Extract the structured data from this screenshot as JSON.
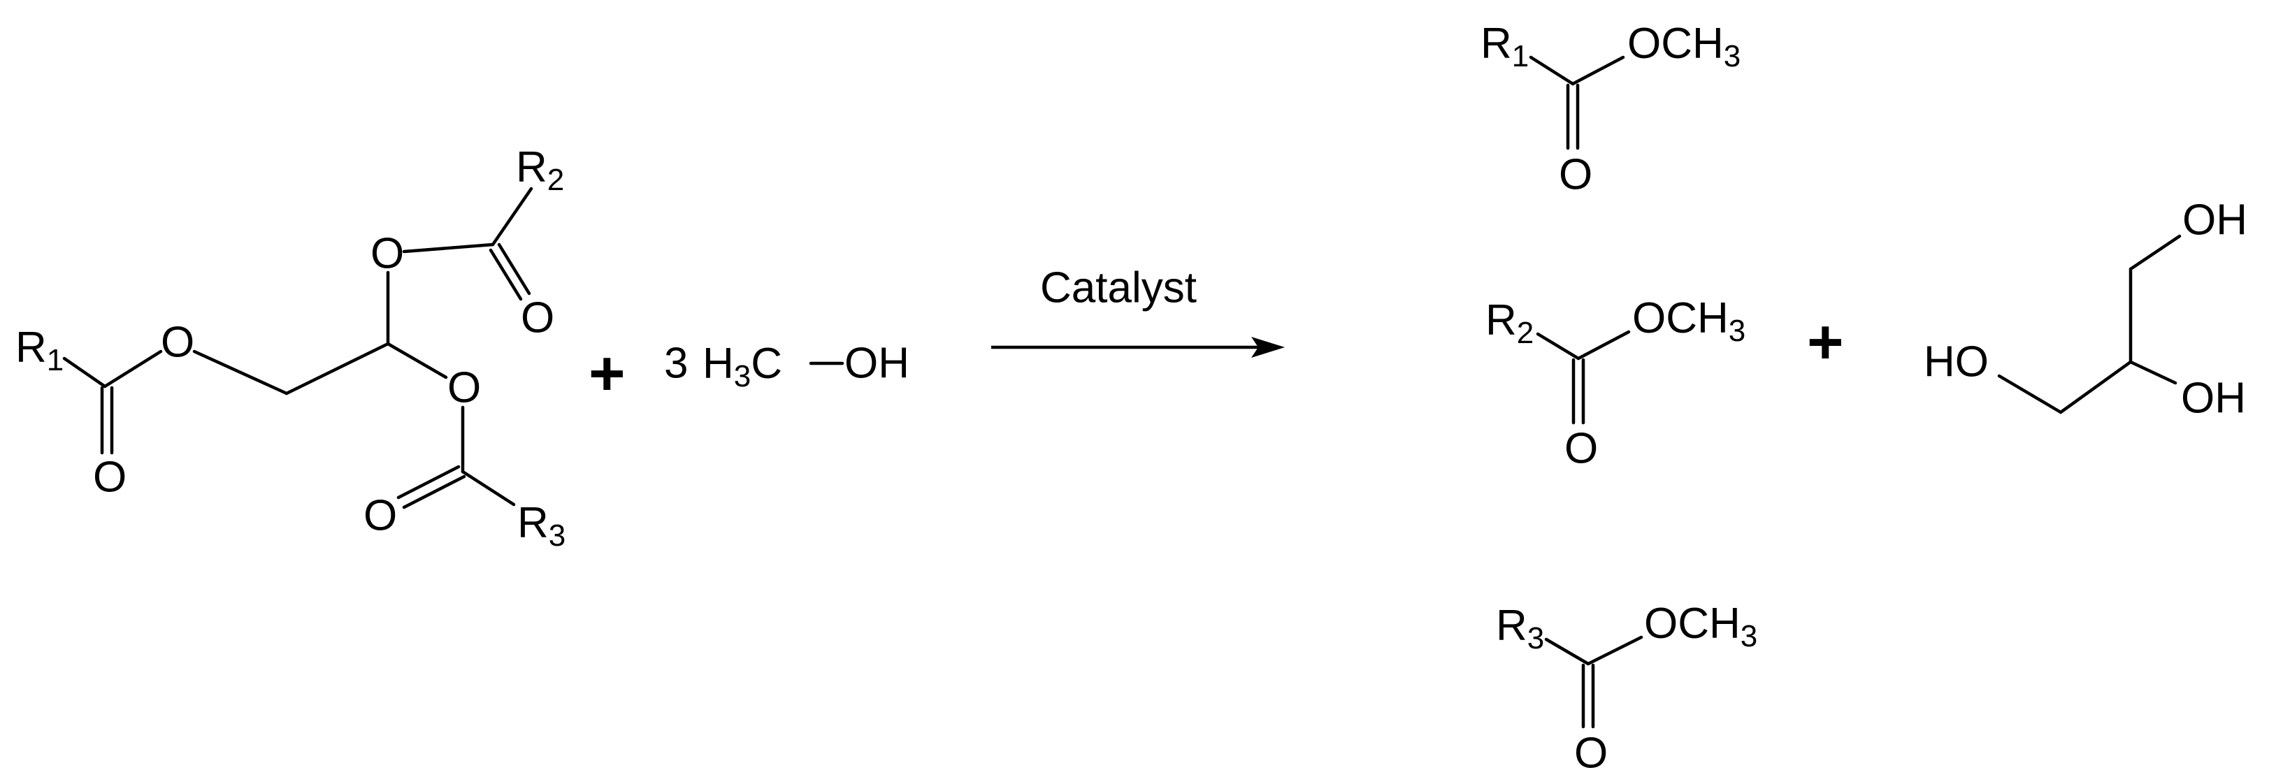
{
  "scheme": {
    "reactants": {
      "triglyceride": {
        "r1": "R",
        "r1_sub": "1",
        "r2": "R",
        "r2_sub": "2",
        "r3": "R",
        "r3_sub": "3",
        "oxygen": "O"
      },
      "plus": "+",
      "coefficient": "3",
      "methanol": {
        "h": "H",
        "h_sub": "3",
        "c": "C",
        "oh": "OH"
      }
    },
    "catalyst_label": "Catalyst",
    "products": {
      "esters": [
        {
          "r": "R",
          "r_sub": "1",
          "och": "OCH",
          "och_sub": "3",
          "oxygen": "O"
        },
        {
          "r": "R",
          "r_sub": "2",
          "och": "OCH",
          "och_sub": "3",
          "oxygen": "O"
        },
        {
          "r": "R",
          "r_sub": "3",
          "och": "OCH",
          "och_sub": "3",
          "oxygen": "O"
        }
      ],
      "plus": "+",
      "glycerol": {
        "oh_top": "OH",
        "ho_left": "HO",
        "oh_right": "OH"
      }
    }
  }
}
